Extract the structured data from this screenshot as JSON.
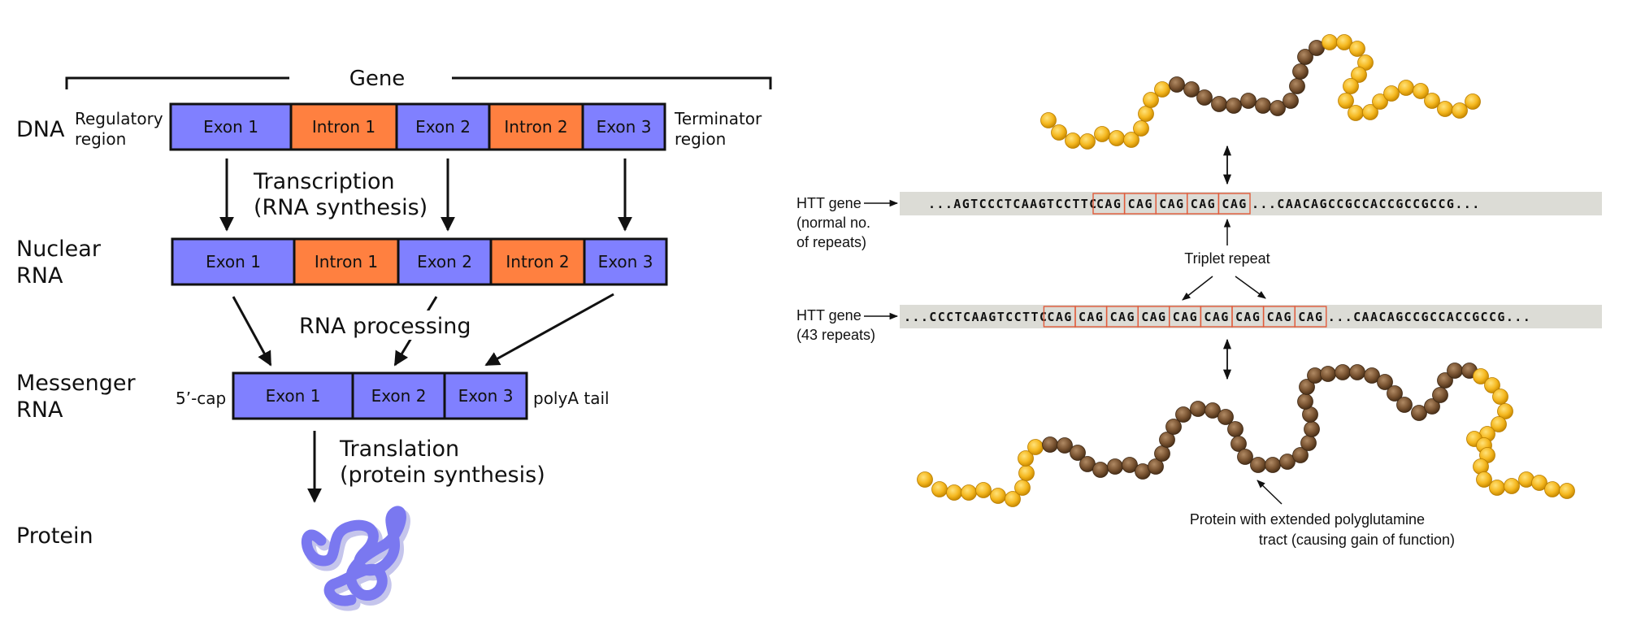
{
  "left": {
    "gene_label": "Gene",
    "rows": {
      "dna": "DNA",
      "nuclear_rna": [
        "Nuclear",
        "RNA"
      ],
      "messenger_rna": [
        "Messenger",
        "RNA"
      ],
      "protein": "Protein"
    },
    "regulatory_region": [
      "Regulatory",
      "region"
    ],
    "terminator_region": [
      "Terminator",
      "region"
    ],
    "dna_segments": [
      "Exon 1",
      "Intron 1",
      "Exon 2",
      "Intron 2",
      "Exon 3"
    ],
    "nuclear_segments": [
      "Exon 1",
      "Intron 1",
      "Exon 2",
      "Intron 2",
      "Exon 3"
    ],
    "mrna_segments": [
      "Exon 1",
      "Exon 2",
      "Exon 3"
    ],
    "five_cap": "5’-cap",
    "polya_tail": "polyA tail",
    "transcription": [
      "Transcription",
      "(RNA synthesis)"
    ],
    "rna_processing": "RNA processing",
    "translation": [
      "Translation",
      "(protein synthesis)"
    ],
    "colors": {
      "exon": "#8080ff",
      "intron": "#ff8040",
      "protein": "#7a78f0"
    }
  },
  "right": {
    "normal_label": [
      "HTT gene",
      "(normal no.",
      "of repeats)"
    ],
    "normal_seq_prefix": "...AGTCCCTCAAGTCCTTC",
    "normal_repeats": [
      "CAG",
      "CAG",
      "CAG",
      "CAG",
      "CAG"
    ],
    "normal_seq_suffix": "...CAACAGCCGCCACCGCCGCCG...",
    "triplet_repeat": "Triplet repeat",
    "expanded_label": [
      "HTT gene",
      "(43 repeats)"
    ],
    "expanded_seq_prefix": "...CCCTCAAGTCCTTC",
    "expanded_repeats": [
      "CAG",
      "CAG",
      "CAG",
      "CAG",
      "CAG",
      "CAG",
      "CAG",
      "CAG",
      "CAG"
    ],
    "expanded_seq_suffix": "...CAACAGCCGCCACCGCCG...",
    "protein_caption": [
      "Protein with extended polyglutamine",
      "tract (causing gain of function)"
    ],
    "colors": {
      "yellow_bead": "#f5b820",
      "brown_bead": "#7a5432",
      "seq_band": "#dcdcd6",
      "repeat_box": "#e05a3a"
    }
  }
}
